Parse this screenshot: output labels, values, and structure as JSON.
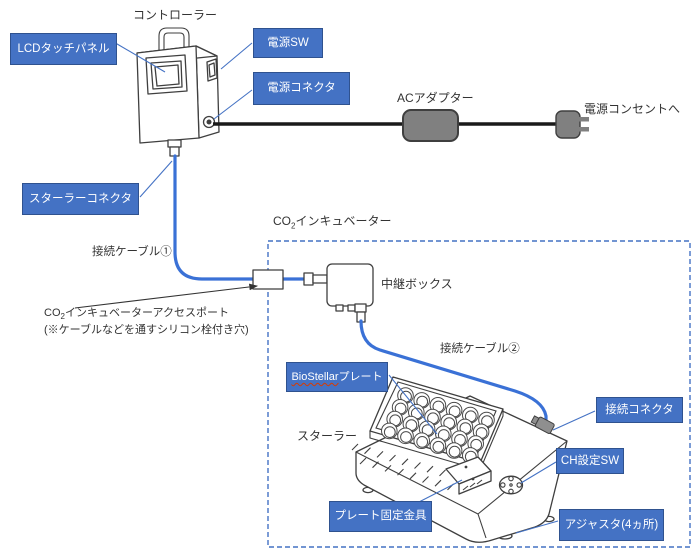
{
  "colors": {
    "label_fill": "#4472C4",
    "label_border": "#2F528F",
    "leader": "#4472C4",
    "cable_blue": "#3A71D6",
    "cable_black": "#1A1A1A",
    "device_stroke": "#3F3F3F",
    "adapter_gray": "#808080",
    "dashed_border": "#4472C4",
    "text": "#333333"
  },
  "controller": {
    "title": "コントローラー",
    "lcd_label": "LCDタッチパネル",
    "power_sw_label": "電源SW",
    "power_connector_label": "電源コネクタ",
    "stirrer_connector_label": "スターラーコネクタ"
  },
  "power": {
    "ac_adapter_label": "ACアダプター",
    "outlet_label": "電源コンセントへ"
  },
  "incubator": {
    "title_prefix": "CO",
    "title_sub": "2",
    "title_suffix": "インキュベーター",
    "relay_box_label": "中継ボックス",
    "access_port_prefix": "CO",
    "access_port_sub": "2",
    "access_port_suffix": "インキュベーターアクセスポート",
    "access_port_note": "(※ケーブルなどを通すシリコン栓付き穴)"
  },
  "cables": {
    "cable1_label": "接続ケーブル①",
    "cable2_label": "接続ケーブル②"
  },
  "stirrer": {
    "name_label": "スターラー",
    "plate_label_brand": "BioStellar",
    "plate_label_suffix": "プレート",
    "connector_label": "接続コネクタ",
    "ch_switch_label": "CH設定SW",
    "plate_clamp_label": "プレート固定金具",
    "adjuster_label": "アジャスタ(4ヵ所)"
  }
}
